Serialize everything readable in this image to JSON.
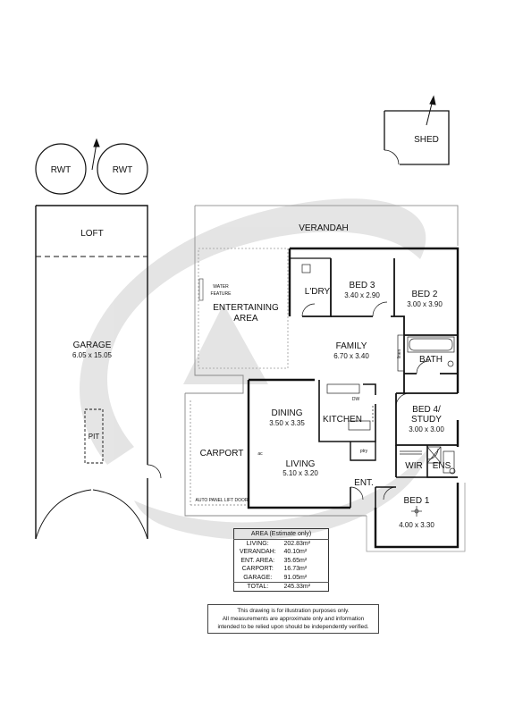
{
  "rooms": {
    "rwt_left": "RWT",
    "rwt_right": "RWT",
    "shed": "SHED",
    "loft": "LOFT",
    "garage": {
      "name": "GARAGE",
      "dims": "6.05 x 15.05"
    },
    "pit": "PIT",
    "verandah": "VERANDAH",
    "water_feature_line1": "WATER",
    "water_feature_line2": "FEATURE",
    "entertaining_line1": "ENTERTAINING",
    "entertaining_line2": "AREA",
    "carport": "CARPORT",
    "auto_panel": "AUTO PANEL LIFT DOOR",
    "ldry": "L'DRY",
    "bed3": {
      "name": "BED 3",
      "dims": "3.40 x 2.90"
    },
    "bed2": {
      "name": "BED 2",
      "dims": "3.00 x 3.90"
    },
    "family": {
      "name": "FAMILY",
      "dims": "6.70 x 3.40"
    },
    "bath": "BATH",
    "linen": "linen",
    "dining": {
      "name": "DINING",
      "dims": "3.50 x 3.35"
    },
    "kitchen": "KITCHEN",
    "dw": "DW",
    "pantry": "ptry",
    "bed4": {
      "line1": "BED 4/",
      "line2": "STUDY",
      "dims": "3.00 x 3.00"
    },
    "living": {
      "name": "LIVING",
      "dims": "5.10 x 3.20"
    },
    "ac": "ac",
    "ent": "ENT.",
    "wir": "WIR",
    "ens": "ENS",
    "bed1": {
      "name": "BED 1",
      "dims": "4.00 x 3.30"
    }
  },
  "area_table": {
    "title": "AREA (Estimate only)",
    "rows": [
      {
        "label": "LIVING:",
        "value": "202.83m²"
      },
      {
        "label": "VERANDAH:",
        "value": "40.10m²"
      },
      {
        "label": "ENT. AREA:",
        "value": "35.65m²"
      },
      {
        "label": "CARPORT:",
        "value": "16.73m²"
      },
      {
        "label": "GARAGE:",
        "value": "91.05m²"
      }
    ],
    "total": {
      "label": "TOTAL:",
      "value": "245.33m²"
    }
  },
  "disclaimer": {
    "line1": "This drawing is for illustration purposes only.",
    "line2": "All measurements are approximate only and information",
    "line3": "intended to be relied upon should be independently verified."
  },
  "colors": {
    "wall": "#111111",
    "watermark": "#d9d9d9",
    "dashed": "#888888"
  }
}
